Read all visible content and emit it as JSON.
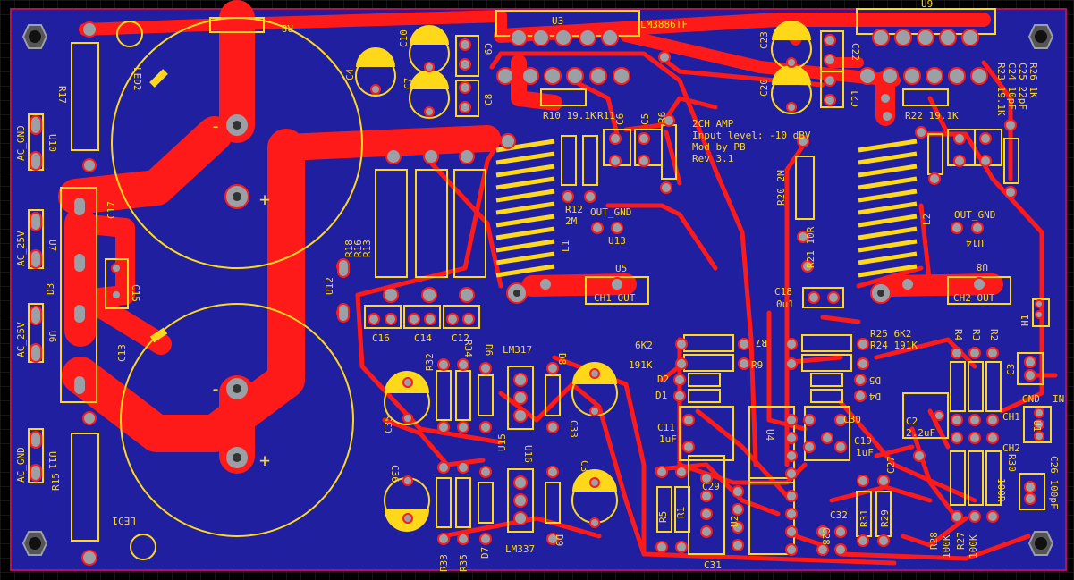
{
  "colors": {
    "background": "#000000",
    "board": "#1f1fa0",
    "board_edge": "#b01060",
    "copper": "#ff1a1a",
    "silkscreen": "#ffd81a",
    "pad": "#9aa0a6",
    "hole": "#333333",
    "grid": "#2a2a2a"
  },
  "labels": {
    "u3": "U3",
    "u3_part": "LM3886TF",
    "u9": "U9",
    "r8": "R8",
    "led2": "LED2",
    "led1": "LED1",
    "r17": "R17",
    "r15": "R15",
    "ac_gnd_top": "AC_GND",
    "ac_gnd_bottom": "AC_GND",
    "u10": "U10",
    "u11": "U11",
    "ac25v_top": "AC_25V",
    "ac25v_bottom": "AC_25V",
    "u7": "U7",
    "u6": "U6",
    "d3": "D3",
    "c17": "C17",
    "c13": "C13",
    "c15": "C15",
    "c10": "C10",
    "c4": "C4",
    "c7": "C7",
    "c9": "C9",
    "c8": "C8",
    "r10": "R10 19.1K",
    "r11": "R11",
    "c6": "C6",
    "c5": "C5",
    "r6": "R6",
    "r12": "R12",
    "r12_value": "2M",
    "l1": "L1",
    "out_gnd_1": "OUT_GND",
    "u13": "U13",
    "u5": "U5",
    "ch1_out": "CH1_OUT",
    "r18": "R18",
    "r16": "R16",
    "r13": "R13",
    "u12": "U12",
    "c16": "C16",
    "c14": "C14",
    "c12": "C12",
    "title_line1": "2CH AMP",
    "title_line2": "Input level: -10 dBV",
    "title_line3": "Mod by PB",
    "title_line4": "Rev 3.1",
    "c23": "C23",
    "c20": "C20",
    "c22": "C22",
    "c21": "C21",
    "r22": "R22 19.1K",
    "r20": "R20 2M",
    "r21": "R21 10R",
    "l2": "L2",
    "out_gnd_2": "OUT_GND",
    "u14": "U14",
    "u8": "U8",
    "ch2_out": "CH2_OUT",
    "c18": "C18",
    "c18_value": "0u1",
    "r26": "R26 1K",
    "c25": "C25 22pF",
    "c24": "C24 10pF",
    "r23": "R23 19.1K",
    "h1": "H1",
    "r25": "R25 6K2",
    "r24": "R24 191K",
    "r7": "R7",
    "r9": "R9",
    "val_6k2": "6K2",
    "val_191k": "191K",
    "d2": "D2",
    "d1": "D1",
    "d5": "D5",
    "d4": "D4",
    "r4": "R4",
    "r3": "R3",
    "r2": "R2",
    "c3": "C3",
    "gnd": "GND",
    "in": "IN",
    "c2": "C2",
    "c2_value": "2.2uF",
    "ch1": "CH1",
    "ch2": "CH2",
    "u1": "U1",
    "r30": "R30",
    "r30_value": "100R",
    "c26": "C26 100pF",
    "c11": "C11",
    "c11_value": "1uF",
    "u4": "U4",
    "c30": "C30",
    "c19": "C19",
    "c19_value": "1uF",
    "c27": "C27",
    "c29": "C29",
    "c28": "C28",
    "c32": "C32",
    "c31": "C31",
    "u2": "U2",
    "r5": "R5",
    "r1": "R1",
    "r31": "R31",
    "r29": "R29",
    "r28": "R28",
    "r28_value": "100K",
    "r27": "R27",
    "r27_value": "100K",
    "lm317": "LM317",
    "lm337": "LM337",
    "r32": "R32",
    "r34": "R34",
    "d6": "D6",
    "d8": "D8",
    "c35": "C35",
    "u15": "U15",
    "c33": "C33",
    "u16": "U16",
    "c36": "C36",
    "c34": "C34",
    "r33": "R33",
    "r35": "R35",
    "d7": "D7",
    "d9": "D9",
    "plus": "+",
    "minus": "-"
  }
}
